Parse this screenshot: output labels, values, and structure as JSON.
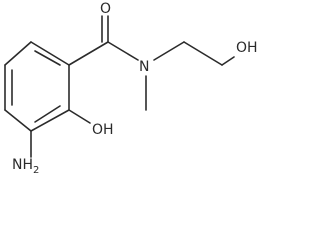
{
  "molecule": {
    "atoms": {
      "carbonyl_oxygen": "O",
      "amide_nitrogen": "N",
      "hydroxyl_right": "OH",
      "phenol_hydroxyl": "OH",
      "amino_main": "NH",
      "amino_subscript": "2"
    },
    "colors": {
      "bond": "#2b2b2b",
      "text": "#2b2b2b",
      "background": "#ffffff"
    }
  }
}
